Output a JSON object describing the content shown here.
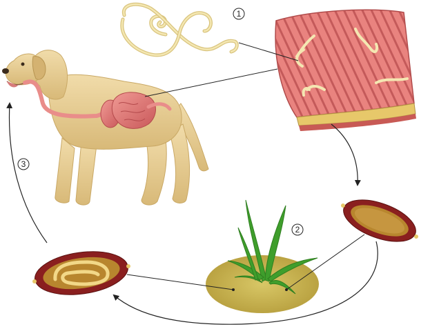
{
  "diagram": {
    "steps": [
      {
        "number": "1"
      },
      {
        "number": "2"
      },
      {
        "number": "3"
      }
    ],
    "subjects": {
      "host": "dog",
      "adult_worm": "roundworm",
      "intestine": "intestinal-section",
      "egg_unembryonated": "egg",
      "egg_embryonated": "egg-with-larva",
      "environment": "soil-with-grass"
    },
    "colors": {
      "dog": "#e9cf93",
      "intestine": "#e98d8a",
      "worm": "#f2e3a6",
      "egg_shell": "#8a1f1f",
      "egg_inner": "#b8862e",
      "soil": "#c8b44f",
      "grass": "#3f9e2c",
      "arrow": "#222222"
    }
  }
}
